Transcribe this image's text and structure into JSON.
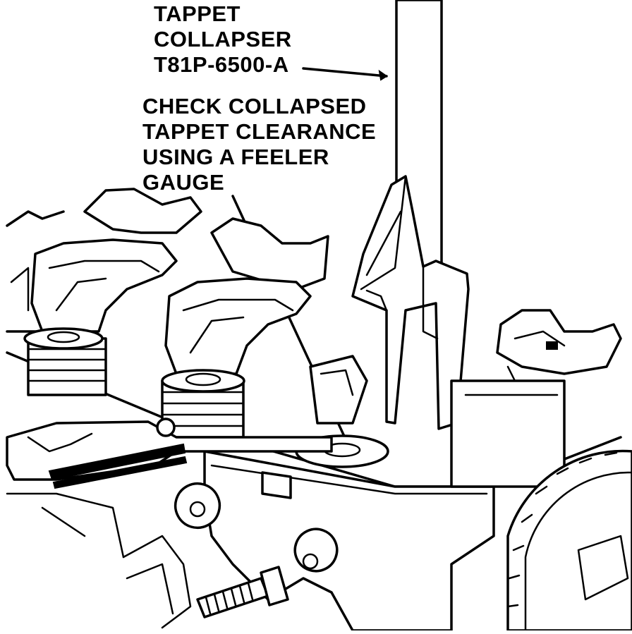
{
  "callouts": {
    "tool": {
      "lines": [
        "TAPPET",
        "COLLAPSER",
        "T81P-6500-A"
      ]
    },
    "instruction": {
      "lines": [
        "CHECK COLLAPSED",
        "TAPPET CLEARANCE",
        "USING A FEELER",
        "GAUGE"
      ]
    }
  },
  "colors": {
    "ink": "#000000",
    "paper": "#ffffff"
  }
}
